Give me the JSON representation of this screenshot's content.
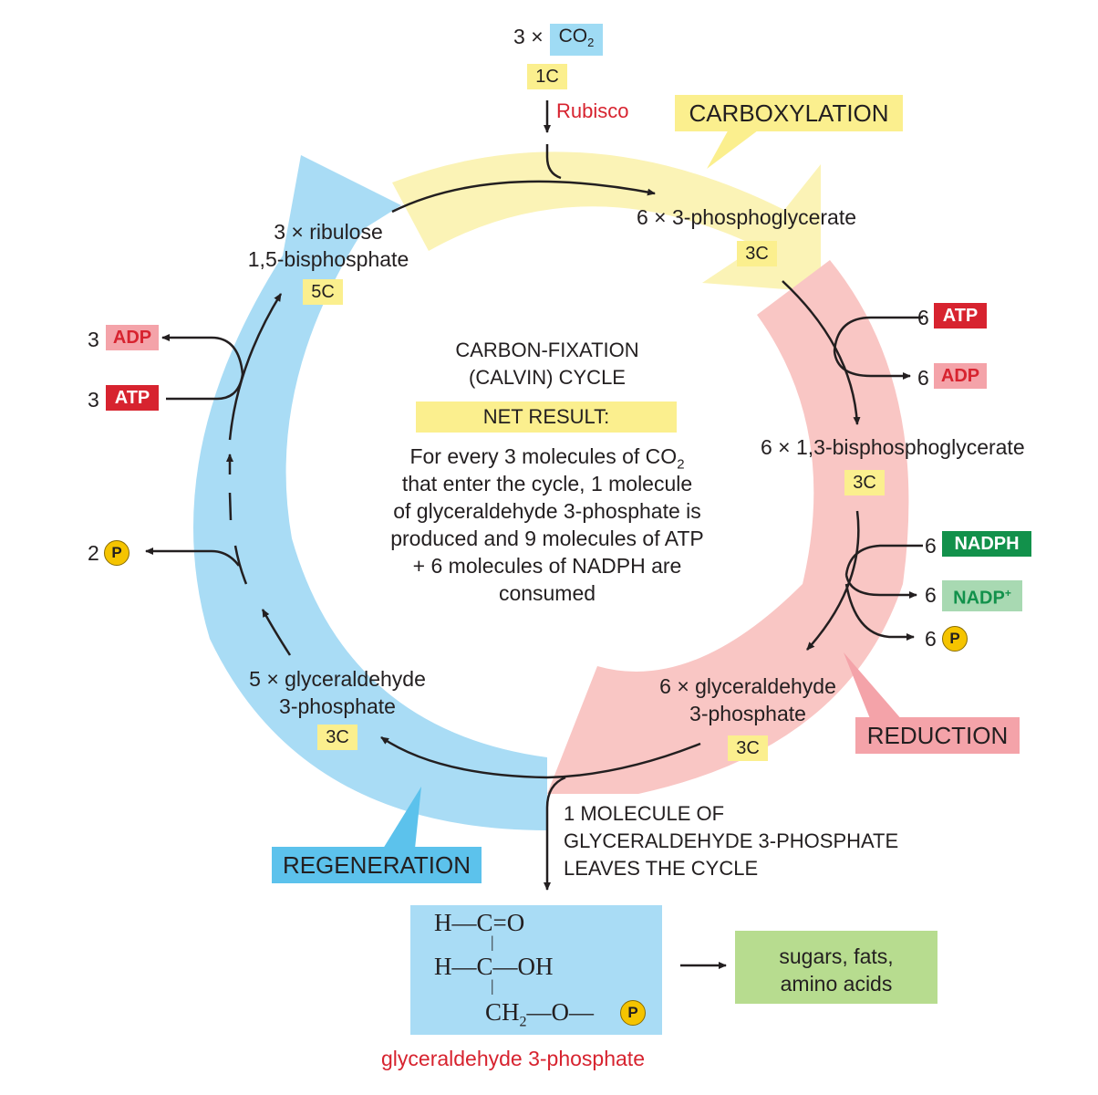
{
  "inputs": {
    "co2_count": "3",
    "times": "×",
    "co2": "CO",
    "co2_sub": "2",
    "carbon_tag": "1C",
    "enzyme": "Rubisco"
  },
  "phases": {
    "carboxylation": "CARBOXYLATION",
    "reduction": "REDUCTION",
    "regeneration": "REGENERATION"
  },
  "molecules": {
    "pga_line": "6 × 3-phosphoglycerate",
    "pga_tag": "3C",
    "bpg_line": "6 × 1,3-bisphosphoglycerate",
    "bpg_tag": "3C",
    "g3p6_line1": "6 × glyceraldehyde",
    "g3p6_line2": "3-phosphate",
    "g3p6_tag": "3C",
    "g3p5_line1": "5 × glyceraldehyde",
    "g3p5_line2": "3-phosphate",
    "g3p5_tag": "3C",
    "rubp_line1": "3 × ribulose",
    "rubp_line2": "1,5-bisphosphate",
    "rubp_tag": "5C"
  },
  "cofactors": {
    "atp6_num": "6",
    "atp6": "ATP",
    "adp6_num": "6",
    "adp6": "ADP",
    "nadph_num": "6",
    "nadph": "NADPH",
    "nadp_num": "6",
    "nadp": "NADP",
    "nadp_sup": "+",
    "p6_num": "6",
    "p_symbol": "P",
    "adp3_num": "3",
    "adp3": "ADP",
    "atp3_num": "3",
    "atp3": "ATP",
    "p2_num": "2"
  },
  "center": {
    "title1": "CARBON-FIXATION",
    "title2": "(CALVIN) CYCLE",
    "net_label": "NET RESULT:",
    "line1a": "For every 3 molecules of CO",
    "line1_sub": "2",
    "line2": "that enter the cycle, 1 molecule",
    "line3": "of glyceraldehyde 3-phosphate is",
    "line4": "produced and 9 molecules of ATP",
    "line5": "+ 6 molecules of NADPH are",
    "line6": "consumed"
  },
  "exit": {
    "line1": "1 MOLECULE OF",
    "line2": "GLYCERALDEHYDE 3-PHOSPHATE",
    "line3": "LEAVES THE CYCLE"
  },
  "structure": {
    "row1": "H—C=O",
    "row2": "H—C—OH",
    "row3a": "CH",
    "row3_sub": "2",
    "row3b": "—O—",
    "caption": "glyceraldehyde 3-phosphate"
  },
  "products": {
    "line1": "sugars, fats,",
    "line2": "amino acids"
  },
  "colors": {
    "yellow_arc": "#fbf3b6",
    "pink_arc": "#f9c6c4",
    "blue_arc": "#a9dcf5",
    "red_accent": "#d7232f",
    "green_accent": "#12914b"
  }
}
